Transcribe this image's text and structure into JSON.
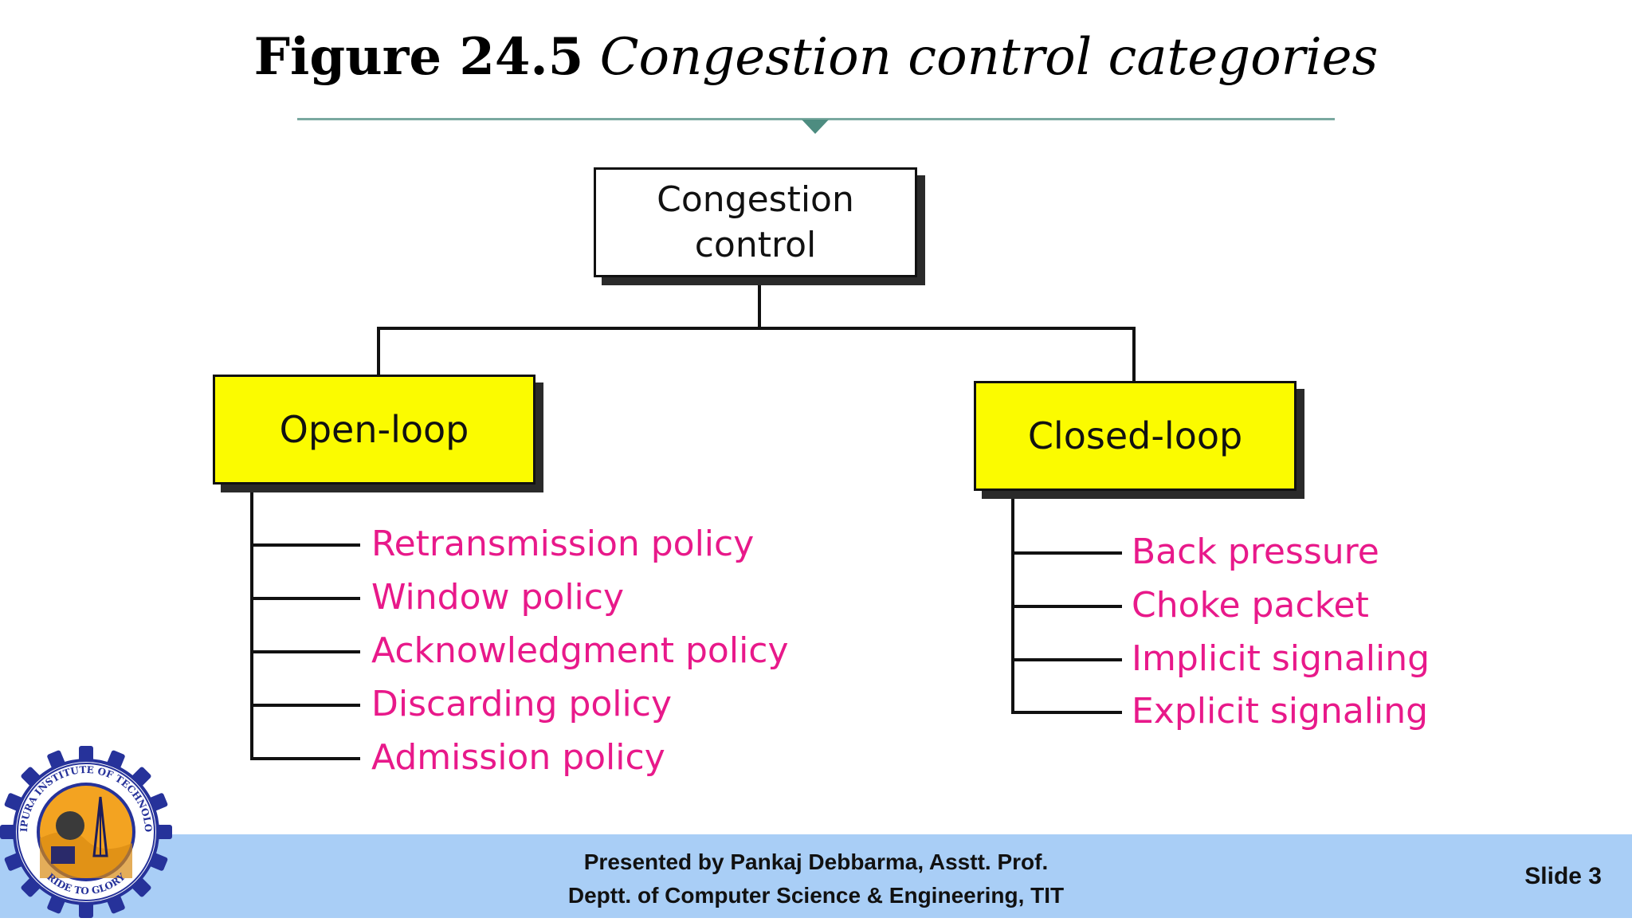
{
  "title": {
    "figure_number": "Figure 24.5",
    "figure_name": "Congestion control categories"
  },
  "diagram": {
    "root": {
      "label_line1": "Congestion",
      "label_line2": "control"
    },
    "open_loop": {
      "label": "Open-loop",
      "items": [
        "Retransmission policy",
        "Window policy",
        "Acknowledgment policy",
        "Discarding policy",
        "Admission policy"
      ]
    },
    "closed_loop": {
      "label": "Closed-loop",
      "items": [
        "Back pressure",
        "Choke packet",
        "Implicit signaling",
        "Explicit signaling"
      ]
    },
    "colors": {
      "category_box_fill": "#fbfb00",
      "item_text": "#e8198a",
      "connector": "#111111"
    }
  },
  "footer": {
    "line1": "Presented by Pankaj Debbarma, Asstt. Prof.",
    "line2": "Deptt. of Computer Science & Engineering, TIT",
    "slide_number": "Slide 3",
    "background_color": "#a9cef6",
    "logo": {
      "icon": "institute-gear-seal-icon",
      "ring_text_top": "TRIPURA INSTITUTE OF TECHNOLOGY",
      "ring_text_bottom": "RIDE TO GLORY"
    }
  }
}
